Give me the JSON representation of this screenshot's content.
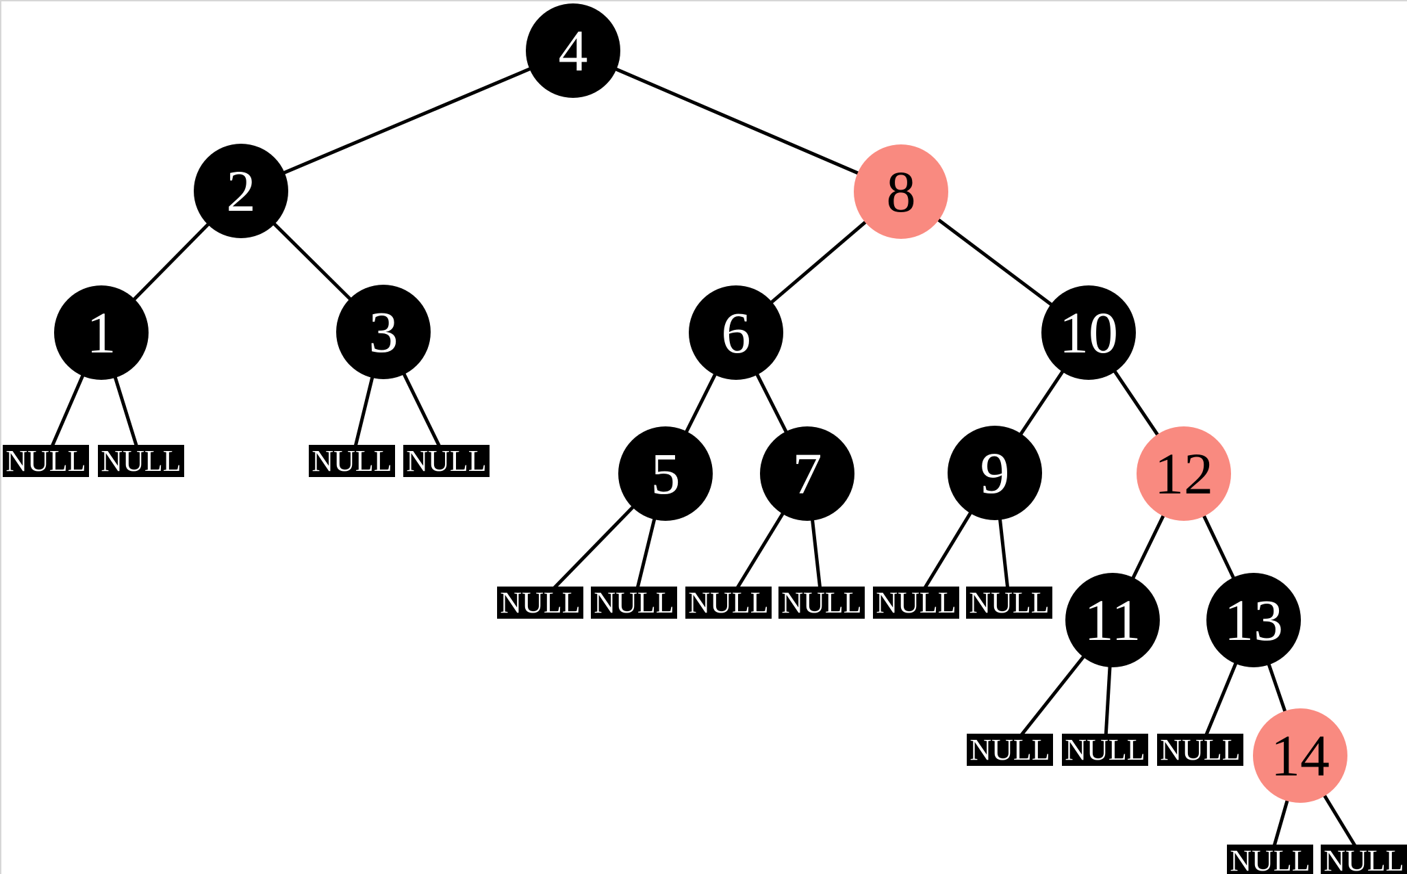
{
  "diagram": {
    "type": "red-black-tree",
    "null_label": "NULL",
    "colors": {
      "red_fill": "#F98A80",
      "black_fill": "#000000",
      "edge": "#000000",
      "node_text_on_black": "#ffffff",
      "node_text_on_red": "#000000",
      "background": "#ffffff",
      "frame_border": "#d6d6d6"
    },
    "nodes": [
      {
        "id": "4",
        "label": "4",
        "color": "black"
      },
      {
        "id": "2",
        "label": "2",
        "color": "black"
      },
      {
        "id": "8",
        "label": "8",
        "color": "red"
      },
      {
        "id": "1",
        "label": "1",
        "color": "black"
      },
      {
        "id": "3",
        "label": "3",
        "color": "black"
      },
      {
        "id": "6",
        "label": "6",
        "color": "black"
      },
      {
        "id": "10",
        "label": "10",
        "color": "black"
      },
      {
        "id": "5",
        "label": "5",
        "color": "black"
      },
      {
        "id": "7",
        "label": "7",
        "color": "black"
      },
      {
        "id": "9",
        "label": "9",
        "color": "black"
      },
      {
        "id": "12",
        "label": "12",
        "color": "red"
      },
      {
        "id": "11",
        "label": "11",
        "color": "black"
      },
      {
        "id": "13",
        "label": "13",
        "color": "black"
      },
      {
        "id": "14",
        "label": "14",
        "color": "red"
      }
    ],
    "edges": [
      [
        "4",
        "2"
      ],
      [
        "4",
        "8"
      ],
      [
        "2",
        "1"
      ],
      [
        "2",
        "3"
      ],
      [
        "8",
        "6"
      ],
      [
        "8",
        "10"
      ],
      [
        "1",
        "NULL"
      ],
      [
        "1",
        "NULL"
      ],
      [
        "3",
        "NULL"
      ],
      [
        "3",
        "NULL"
      ],
      [
        "6",
        "5"
      ],
      [
        "6",
        "7"
      ],
      [
        "10",
        "9"
      ],
      [
        "10",
        "12"
      ],
      [
        "5",
        "NULL"
      ],
      [
        "5",
        "NULL"
      ],
      [
        "7",
        "NULL"
      ],
      [
        "7",
        "NULL"
      ],
      [
        "9",
        "NULL"
      ],
      [
        "9",
        "NULL"
      ],
      [
        "12",
        "11"
      ],
      [
        "12",
        "13"
      ],
      [
        "11",
        "NULL"
      ],
      [
        "11",
        "NULL"
      ],
      [
        "13",
        "NULL"
      ],
      [
        "13",
        "14"
      ],
      [
        "14",
        "NULL"
      ],
      [
        "14",
        "NULL"
      ]
    ]
  }
}
